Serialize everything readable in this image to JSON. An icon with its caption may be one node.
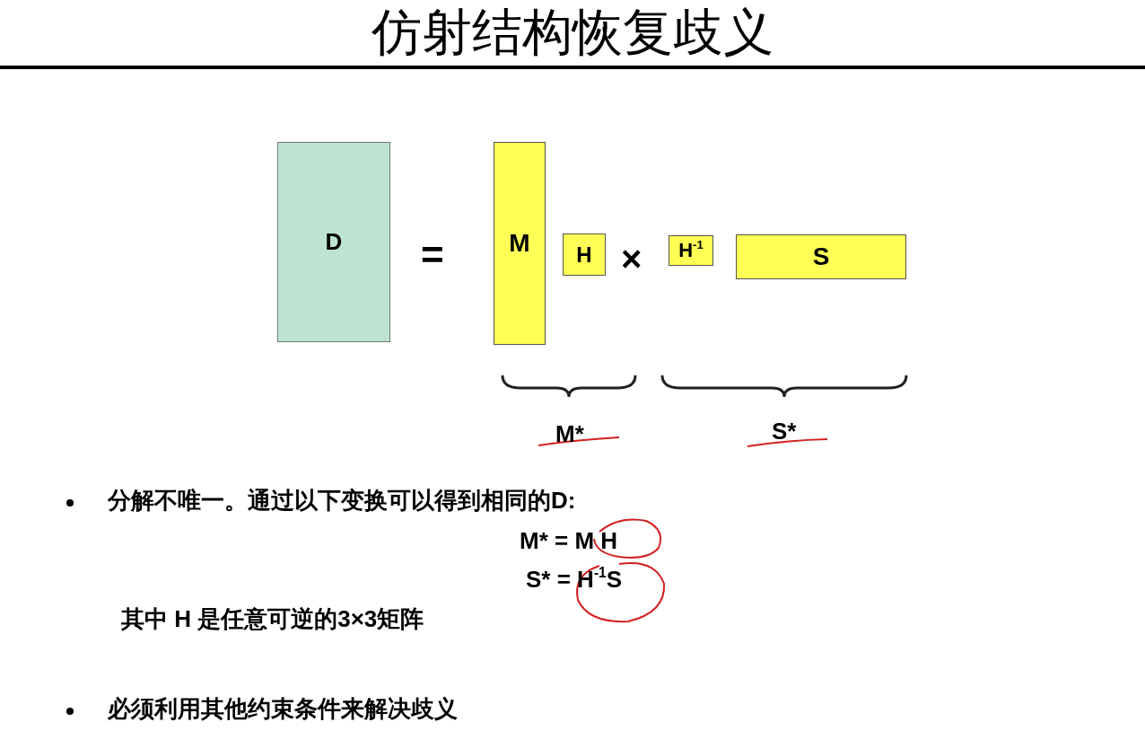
{
  "diagram": {
    "title": "仿射结构恢复歧义",
    "nodes": [
      {
        "text": [
          "D"
        ]
      },
      {
        "text": [
          "M"
        ]
      },
      {
        "text": [
          "H"
        ]
      },
      {
        "text": [
          "H$^{-1}$"
        ]
      },
      {
        "text": [
          "S"
        ]
      }
    ],
    "labels": [
      "=",
      "×",
      "M*",
      "S*",
      "分解不唯一。通过以下变换可以得到相同的D:",
      "M* = M H",
      "S* = H$^{-1}$S",
      "其中 H 是任意可逆的3×3矩阵",
      "必须利用其他约束条件来解决歧义"
    ]
  }
}
